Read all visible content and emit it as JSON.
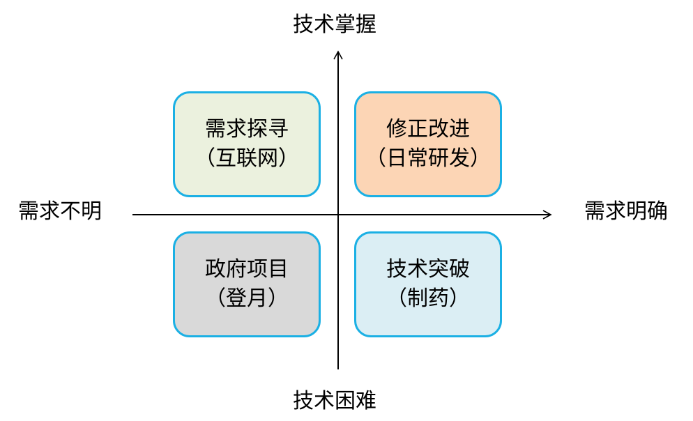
{
  "axes": {
    "top_label": "技术掌握",
    "bottom_label": "技术困难",
    "left_label": "需求不明",
    "right_label": "需求明确"
  },
  "quadrants": {
    "top_left": {
      "title": "需求探寻",
      "subtitle": "（互联网）",
      "fill": "#ebf1de"
    },
    "top_right": {
      "title": "修正改进",
      "subtitle": "（日常研发）",
      "fill": "#fcd5b5"
    },
    "bottom_left": {
      "title": "政府项目",
      "subtitle": "（登月）",
      "fill": "#d9d9d9"
    },
    "bottom_right": {
      "title": "技术突破",
      "subtitle": "（制药）",
      "fill": "#dbeef4"
    }
  },
  "colors": {
    "box_border": "#1bb0e4",
    "axis_line": "#000000"
  }
}
